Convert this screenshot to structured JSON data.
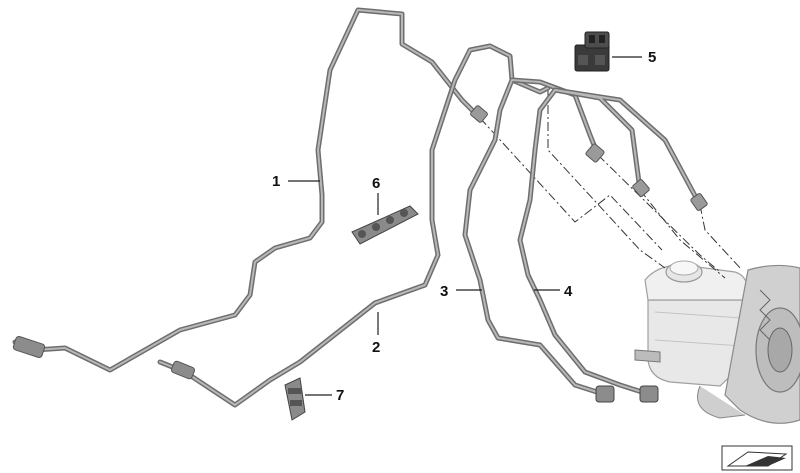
{
  "callouts": [
    {
      "id": "1",
      "label": "1"
    },
    {
      "id": "2",
      "label": "2"
    },
    {
      "id": "3",
      "label": "3"
    },
    {
      "id": "4",
      "label": "4"
    },
    {
      "id": "5",
      "label": "5"
    },
    {
      "id": "6",
      "label": "6"
    },
    {
      "id": "7",
      "label": "7"
    }
  ],
  "icons": {
    "corner": "view-orientation-icon"
  }
}
